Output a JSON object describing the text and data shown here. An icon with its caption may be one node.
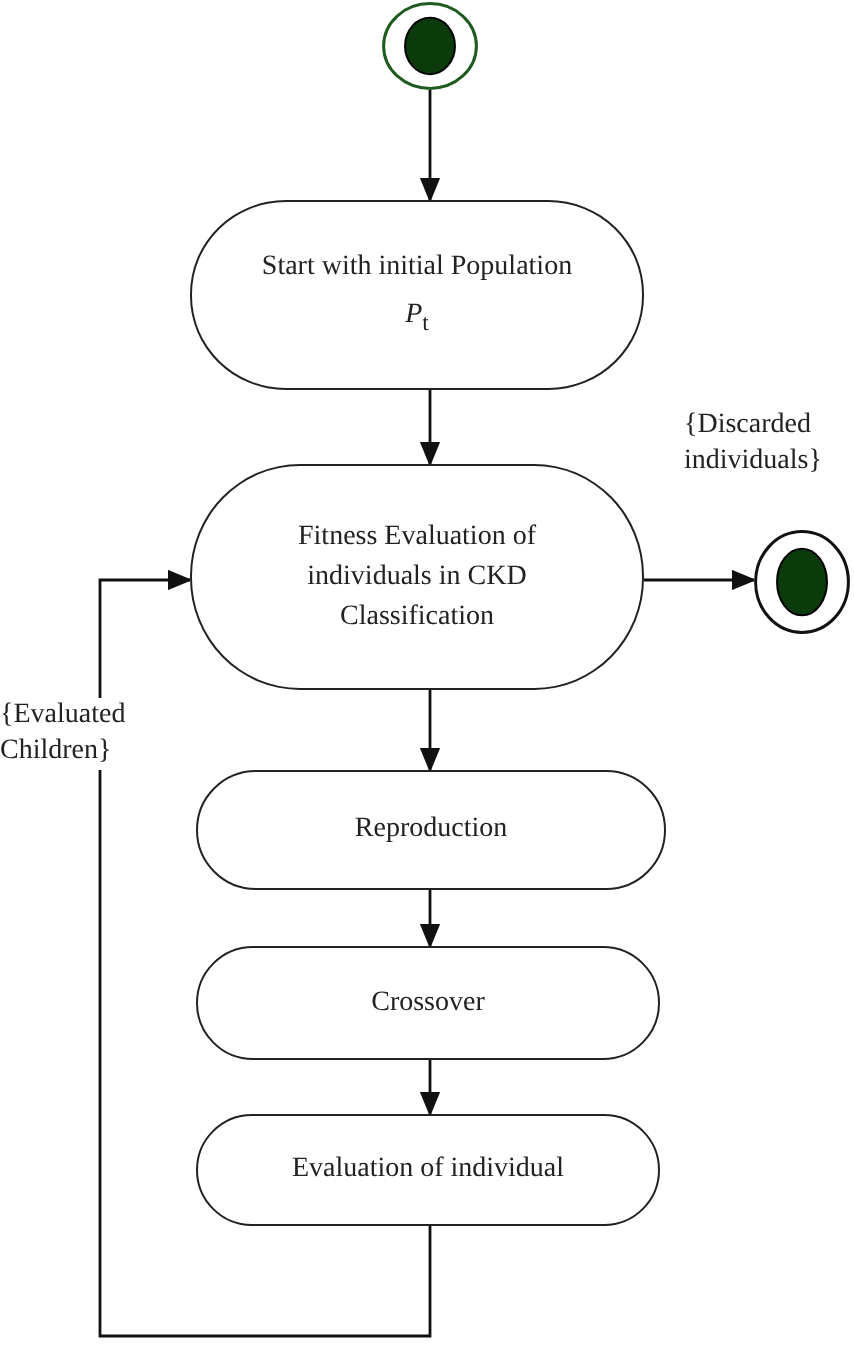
{
  "diagram": {
    "nodes": [
      {
        "text": [],
        "shape": "circle"
      },
      {
        "text": [
          "Start with initial Population",
          "*P*$_{t}$"
        ]
      },
      {
        "text": [
          "Fitness Evaluation of individuals in CKD Classification"
        ]
      },
      {
        "text": [],
        "shape": "circle",
        "beside": [
          "{Discarded individuals}"
        ]
      },
      {
        "text": [
          "Reproduction"
        ]
      },
      {
        "text": [
          "Crossover"
        ]
      },
      {
        "text": [
          "Evaluation of individual"
        ]
      }
    ],
    "edges": [
      {
        "from": 0,
        "to": 1,
        "arrow": "to"
      },
      {
        "from": 1,
        "to": 2,
        "arrow": "to"
      },
      {
        "from": 2,
        "to": 3,
        "arrow": "to"
      },
      {
        "from": 2,
        "to": 4,
        "arrow": "to"
      },
      {
        "from": 4,
        "to": 5,
        "arrow": "to"
      },
      {
        "from": 5,
        "to": 6,
        "arrow": "to"
      },
      {
        "from": 6,
        "to": 2,
        "arrow": "to",
        "label": "{Evaluated Children}"
      }
    ]
  }
}
